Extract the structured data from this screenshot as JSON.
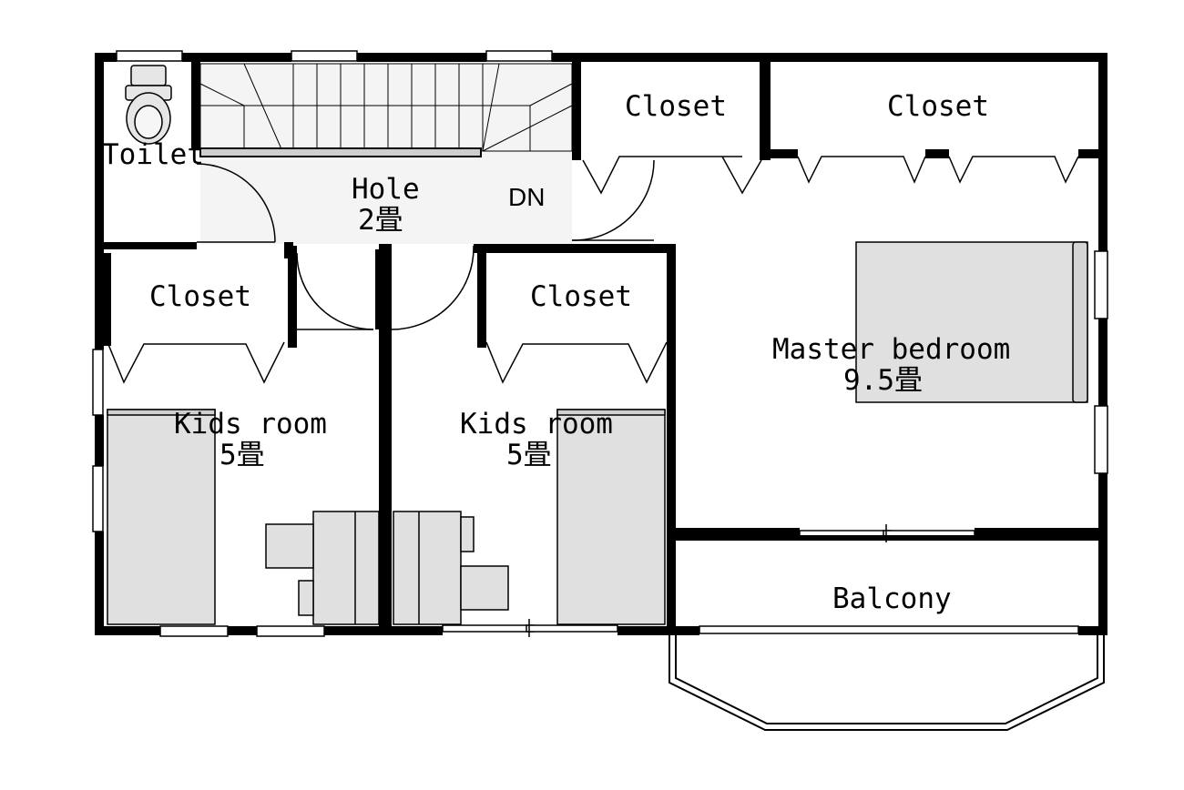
{
  "floorplan": {
    "toilet": "Toilet",
    "hole": {
      "name": "Hole",
      "size": "2畳"
    },
    "stairs": "DN",
    "closet_top_left": "Closet",
    "closet_top_right": "Closet",
    "closet_kids_left": "Closet",
    "closet_kids_mid": "Closet",
    "kids_room_left": {
      "name": "Kids room",
      "size": "5畳"
    },
    "kids_room_mid": {
      "name": "Kids room",
      "size": "5畳"
    },
    "master": {
      "name": "Master bedroom",
      "size": "9.5畳"
    },
    "balcony": "Balcony"
  },
  "colors": {
    "wall": "#000000",
    "furniture": "#e0e0e0",
    "hall": "#f3f3f3"
  }
}
